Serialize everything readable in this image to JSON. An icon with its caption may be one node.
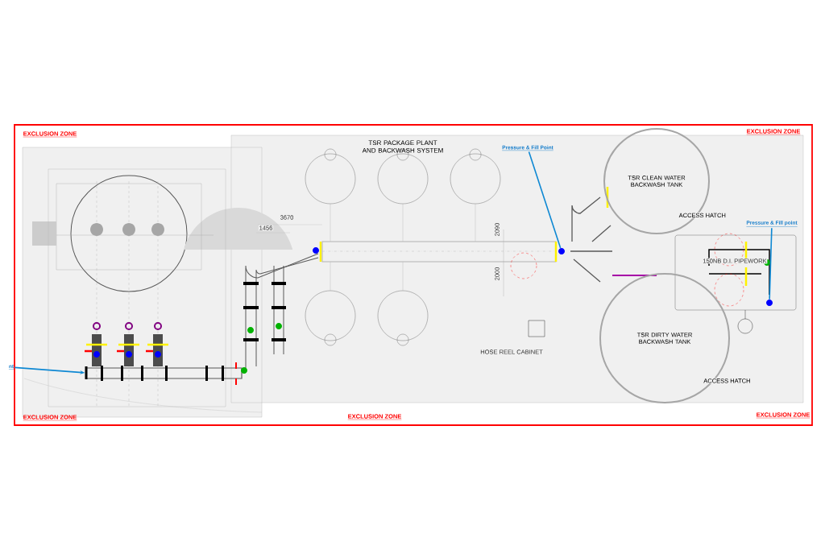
{
  "diagram": {
    "title": "TSR PACKAGE PLANT AND BACKWASH SYSTEM",
    "nodes": [
      {
        "text": [
          "Pressure & Fill Point"
        ]
      },
      {
        "text": [],
        "shape": "circle"
      },
      {
        "text": [
          "Pressure & Fill point"
        ]
      },
      {
        "text": [],
        "shape": "circle"
      },
      {
        "text": [
          "nt"
        ]
      },
      {
        "text": [],
        "shape": "bar"
      },
      {
        "text": [
          "TSR CLEAN WATER BACKWASH TANK"
        ],
        "beside": [
          "ACCESS HATCH"
        ]
      },
      {
        "text": [
          "TSR DIRTY WATER BACKWASH TANK"
        ],
        "beside": [
          "ACCESS HATCH"
        ]
      }
    ],
    "edges": [
      {
        "from": 0,
        "to": 1,
        "arrow": "none"
      },
      {
        "from": 2,
        "to": 3,
        "arrow": "none"
      },
      {
        "from": 4,
        "to": 5,
        "arrow": "to"
      }
    ],
    "labels": [
      "EXCLUSION ZONE",
      "EXCLUSION ZONE",
      "3670",
      "1456",
      "2090",
      "150NB D.I. PIPEWORK",
      "2000",
      "HOSE REEL CABINET",
      "EXCLUSION ZONE",
      "EXCLUSION ZONE",
      "EXCLUSION ZONE"
    ]
  }
}
